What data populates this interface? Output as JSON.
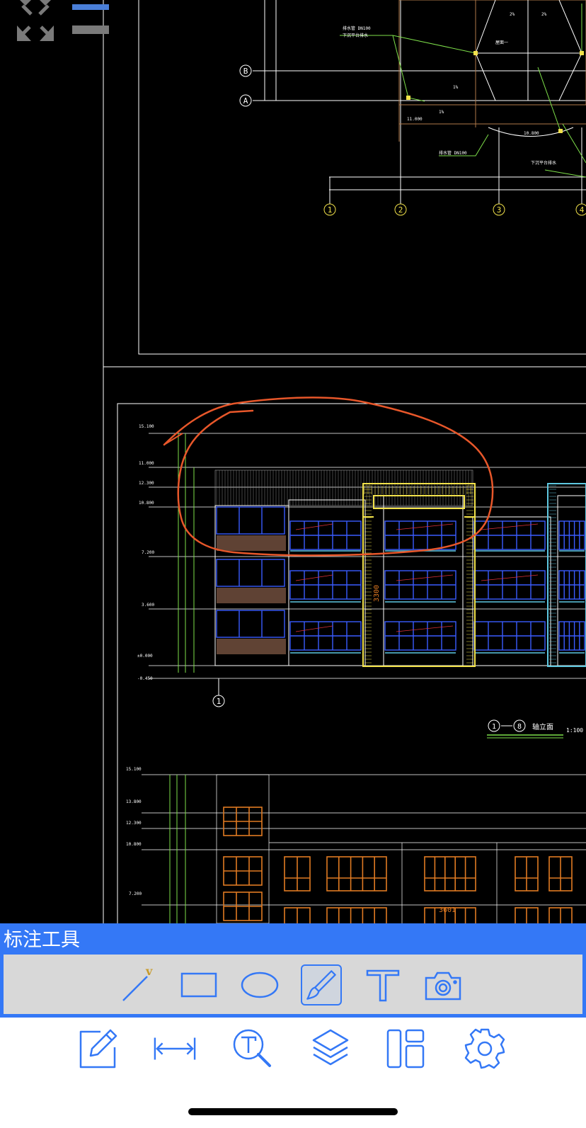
{
  "drawing": {
    "axis_labels_plan": [
      "1",
      "2",
      "3",
      "4"
    ],
    "axis_labels_rows": [
      "B",
      "A"
    ],
    "axis_label_elevation": "1",
    "elevation_caption": {
      "from": "1",
      "to": "8",
      "text": "轴立面",
      "scale": "1:100"
    },
    "elevation_levels_left": [
      "15.100",
      "11.000",
      "12.300",
      "10.800",
      "7.200",
      "3.600",
      "±0.000",
      "-0.450"
    ],
    "elevation_levels_lower": [
      "15.100",
      "13.800",
      "12.300",
      "10.800",
      "7.200"
    ],
    "dimension_vertical": "3300",
    "dimension_lower": "3601",
    "markup_color": "#e8572a"
  },
  "annotation_panel": {
    "title": "标注工具",
    "tools": [
      {
        "name": "line-tool",
        "icon": "line-icon"
      },
      {
        "name": "rectangle-tool",
        "icon": "rectangle-icon"
      },
      {
        "name": "ellipse-tool",
        "icon": "ellipse-icon"
      },
      {
        "name": "freehand-tool",
        "icon": "pen-icon",
        "selected": true
      },
      {
        "name": "text-tool",
        "icon": "text-icon"
      },
      {
        "name": "camera-tool",
        "icon": "camera-icon"
      }
    ]
  },
  "bottom_toolbar": {
    "items": [
      {
        "name": "annotate",
        "icon": "edit-icon"
      },
      {
        "name": "measure",
        "icon": "measure-icon"
      },
      {
        "name": "text-search",
        "icon": "text-search-icon"
      },
      {
        "name": "layers",
        "icon": "layers-icon"
      },
      {
        "name": "layout",
        "icon": "layout-icon"
      },
      {
        "name": "settings",
        "icon": "gear-icon"
      }
    ]
  },
  "colors": {
    "accent": "#3478f6",
    "tray": "#d8d8d8",
    "cad_background": "#000000",
    "cad_line": "#ffffff",
    "cad_green": "#7ee04a",
    "cad_yellow": "#f2e24a",
    "cad_cyan": "#5fc8e0",
    "cad_blue": "#3a5cff",
    "cad_orange": "#e07a22"
  }
}
